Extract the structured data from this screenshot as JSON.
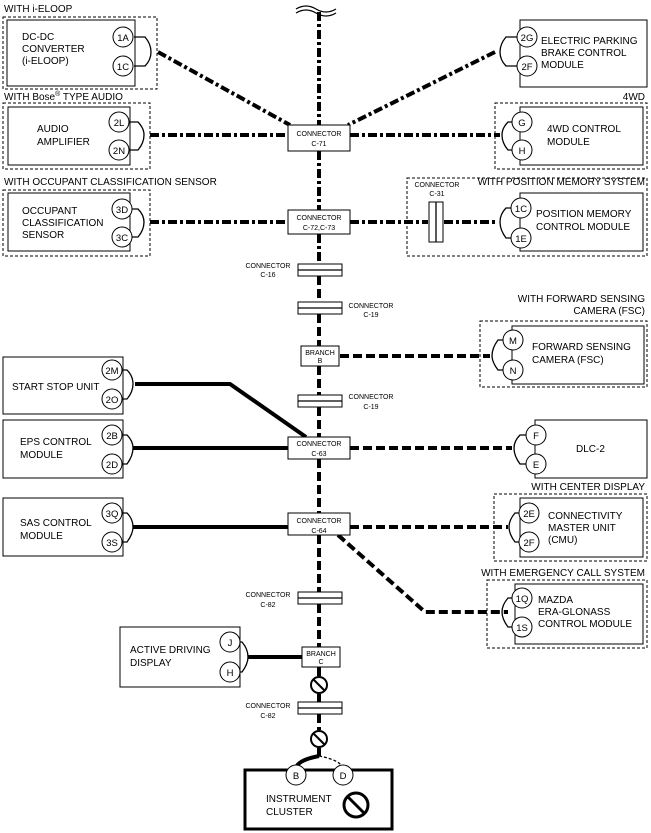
{
  "headers": {
    "i_eloop": "WITH i-ELOOP",
    "bose": "WITH Bose",
    "bose_sup": "®",
    "bose_suffix": " TYPE AUDIO",
    "fourwd": "4WD",
    "occupant": "WITH OCCUPANT CLASSIFICATION SENSOR",
    "position_memory": "WITH POSITION MEMORY SYSTEM",
    "forward_line1": "WITH FORWARD SENSING",
    "forward_line2": "CAMERA (FSC)",
    "center_display": "WITH CENTER DISPLAY",
    "emergency": "WITH EMERGENCY CALL SYSTEM"
  },
  "modules": {
    "dcdc": [
      "DC-DC",
      "CONVERTER",
      "(i-ELOOP)"
    ],
    "epb": [
      "ELECTRIC PARKING",
      "BRAKE CONTROL",
      "MODULE"
    ],
    "audio": [
      "AUDIO",
      "AMPLIFIER"
    ],
    "fourwd": [
      "4WD CONTROL",
      "MODULE"
    ],
    "occupant": [
      "OCCUPANT",
      "CLASSIFICATION",
      "SENSOR"
    ],
    "posmem": [
      "POSITION MEMORY",
      "CONTROL MODULE"
    ],
    "fsc": [
      "FORWARD SENSING",
      "CAMERA (FSC)"
    ],
    "start_stop": [
      "START STOP UNIT"
    ],
    "eps": [
      "EPS CONTROL",
      "MODULE"
    ],
    "dlc": [
      "DLC-2"
    ],
    "sas": [
      "SAS CONTROL",
      "MODULE"
    ],
    "cmu": [
      "CONNECTIVITY",
      "MASTER UNIT",
      "(CMU)"
    ],
    "era": [
      "MAZDA",
      "ERA-GLONASS",
      "CONTROL MODULE"
    ],
    "add": [
      "ACTIVE DRIVING",
      "DISPLAY"
    ],
    "cluster": [
      "INSTRUMENT",
      "CLUSTER"
    ]
  },
  "pins": {
    "dcdc": [
      "1A",
      "1C"
    ],
    "epb": [
      "2G",
      "2F"
    ],
    "audio": [
      "2L",
      "2N"
    ],
    "fourwd": [
      "G",
      "H"
    ],
    "occupant": [
      "3D",
      "3C"
    ],
    "posmem": [
      "1C",
      "1E"
    ],
    "fsc": [
      "M",
      "N"
    ],
    "start_stop": [
      "2M",
      "2O"
    ],
    "eps": [
      "2B",
      "2D"
    ],
    "dlc": [
      "F",
      "E"
    ],
    "sas": [
      "3Q",
      "3S"
    ],
    "cmu": [
      "2E",
      "2F"
    ],
    "era": [
      "1Q",
      "1S"
    ],
    "add": [
      "J",
      "H"
    ],
    "cluster": [
      "B",
      "D"
    ]
  },
  "connectors": {
    "c71": [
      "CONNECTOR",
      "C-71"
    ],
    "c7273": [
      "CONNECTOR",
      "C-72,C-73"
    ],
    "c31": [
      "CONNECTOR",
      "C-31"
    ],
    "c16": [
      "CONNECTOR",
      "C-16"
    ],
    "c19a": [
      "CONNECTOR",
      "C-19"
    ],
    "branch_b": [
      "BRANCH",
      "B"
    ],
    "c19b": [
      "CONNECTOR",
      "C-19"
    ],
    "c63": [
      "CONNECTOR",
      "C-63"
    ],
    "c64": [
      "CONNECTOR",
      "C-64"
    ],
    "c82a": [
      "CONNECTOR",
      "C-82"
    ],
    "branch_c": [
      "BRANCH",
      "C"
    ],
    "c82b": [
      "CONNECTOR",
      "C-82"
    ]
  },
  "icons": {
    "prohibited": "prohibited-icon"
  }
}
